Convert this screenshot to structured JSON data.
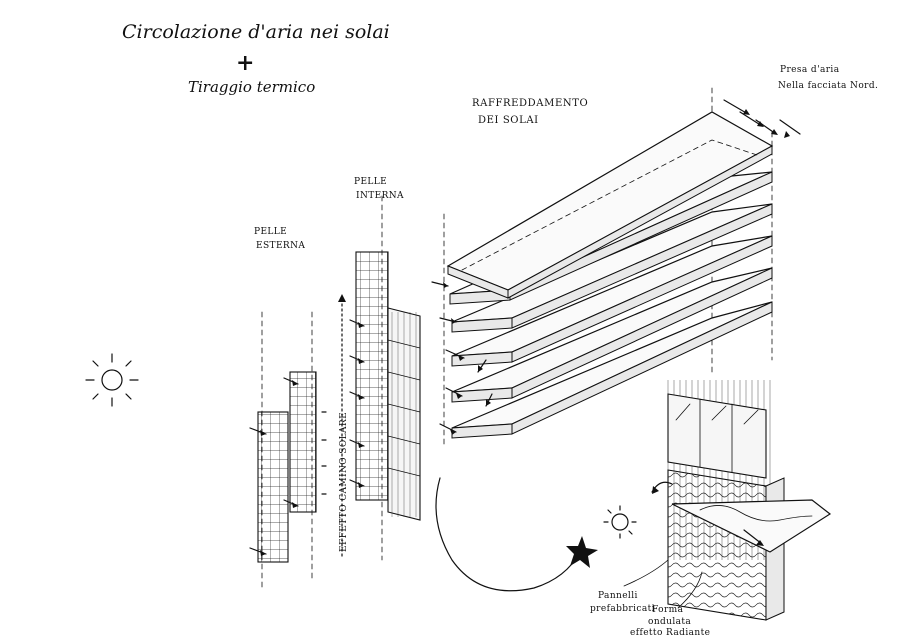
{
  "title": {
    "line1": "Circolazione d'aria nei solai",
    "plus": "+",
    "line2": "Tiraggio termico"
  },
  "labels": {
    "raffreddamento_1": "RAFFREDDAMENTO",
    "raffreddamento_2": "DEI SOLAI",
    "presa_1": "Presa d'aria",
    "presa_2": "Nella facciata Nord.",
    "pelle_interna_1": "PELLE",
    "pelle_interna_2": "INTERNA",
    "pelle_esterna_1": "PELLE",
    "pelle_esterna_2": "ESTERNA",
    "effetto_camino": "EFFETTO CAMINO SOLARE",
    "pannelli_1": "Pannelli",
    "pannelli_2": "prefabbricati",
    "forma_1": "Forma",
    "forma_2": "ondulata",
    "forma_3": "effetto Radiante"
  },
  "icons": [
    "sun-icon",
    "small-sun-icon",
    "star-marker-icon"
  ]
}
